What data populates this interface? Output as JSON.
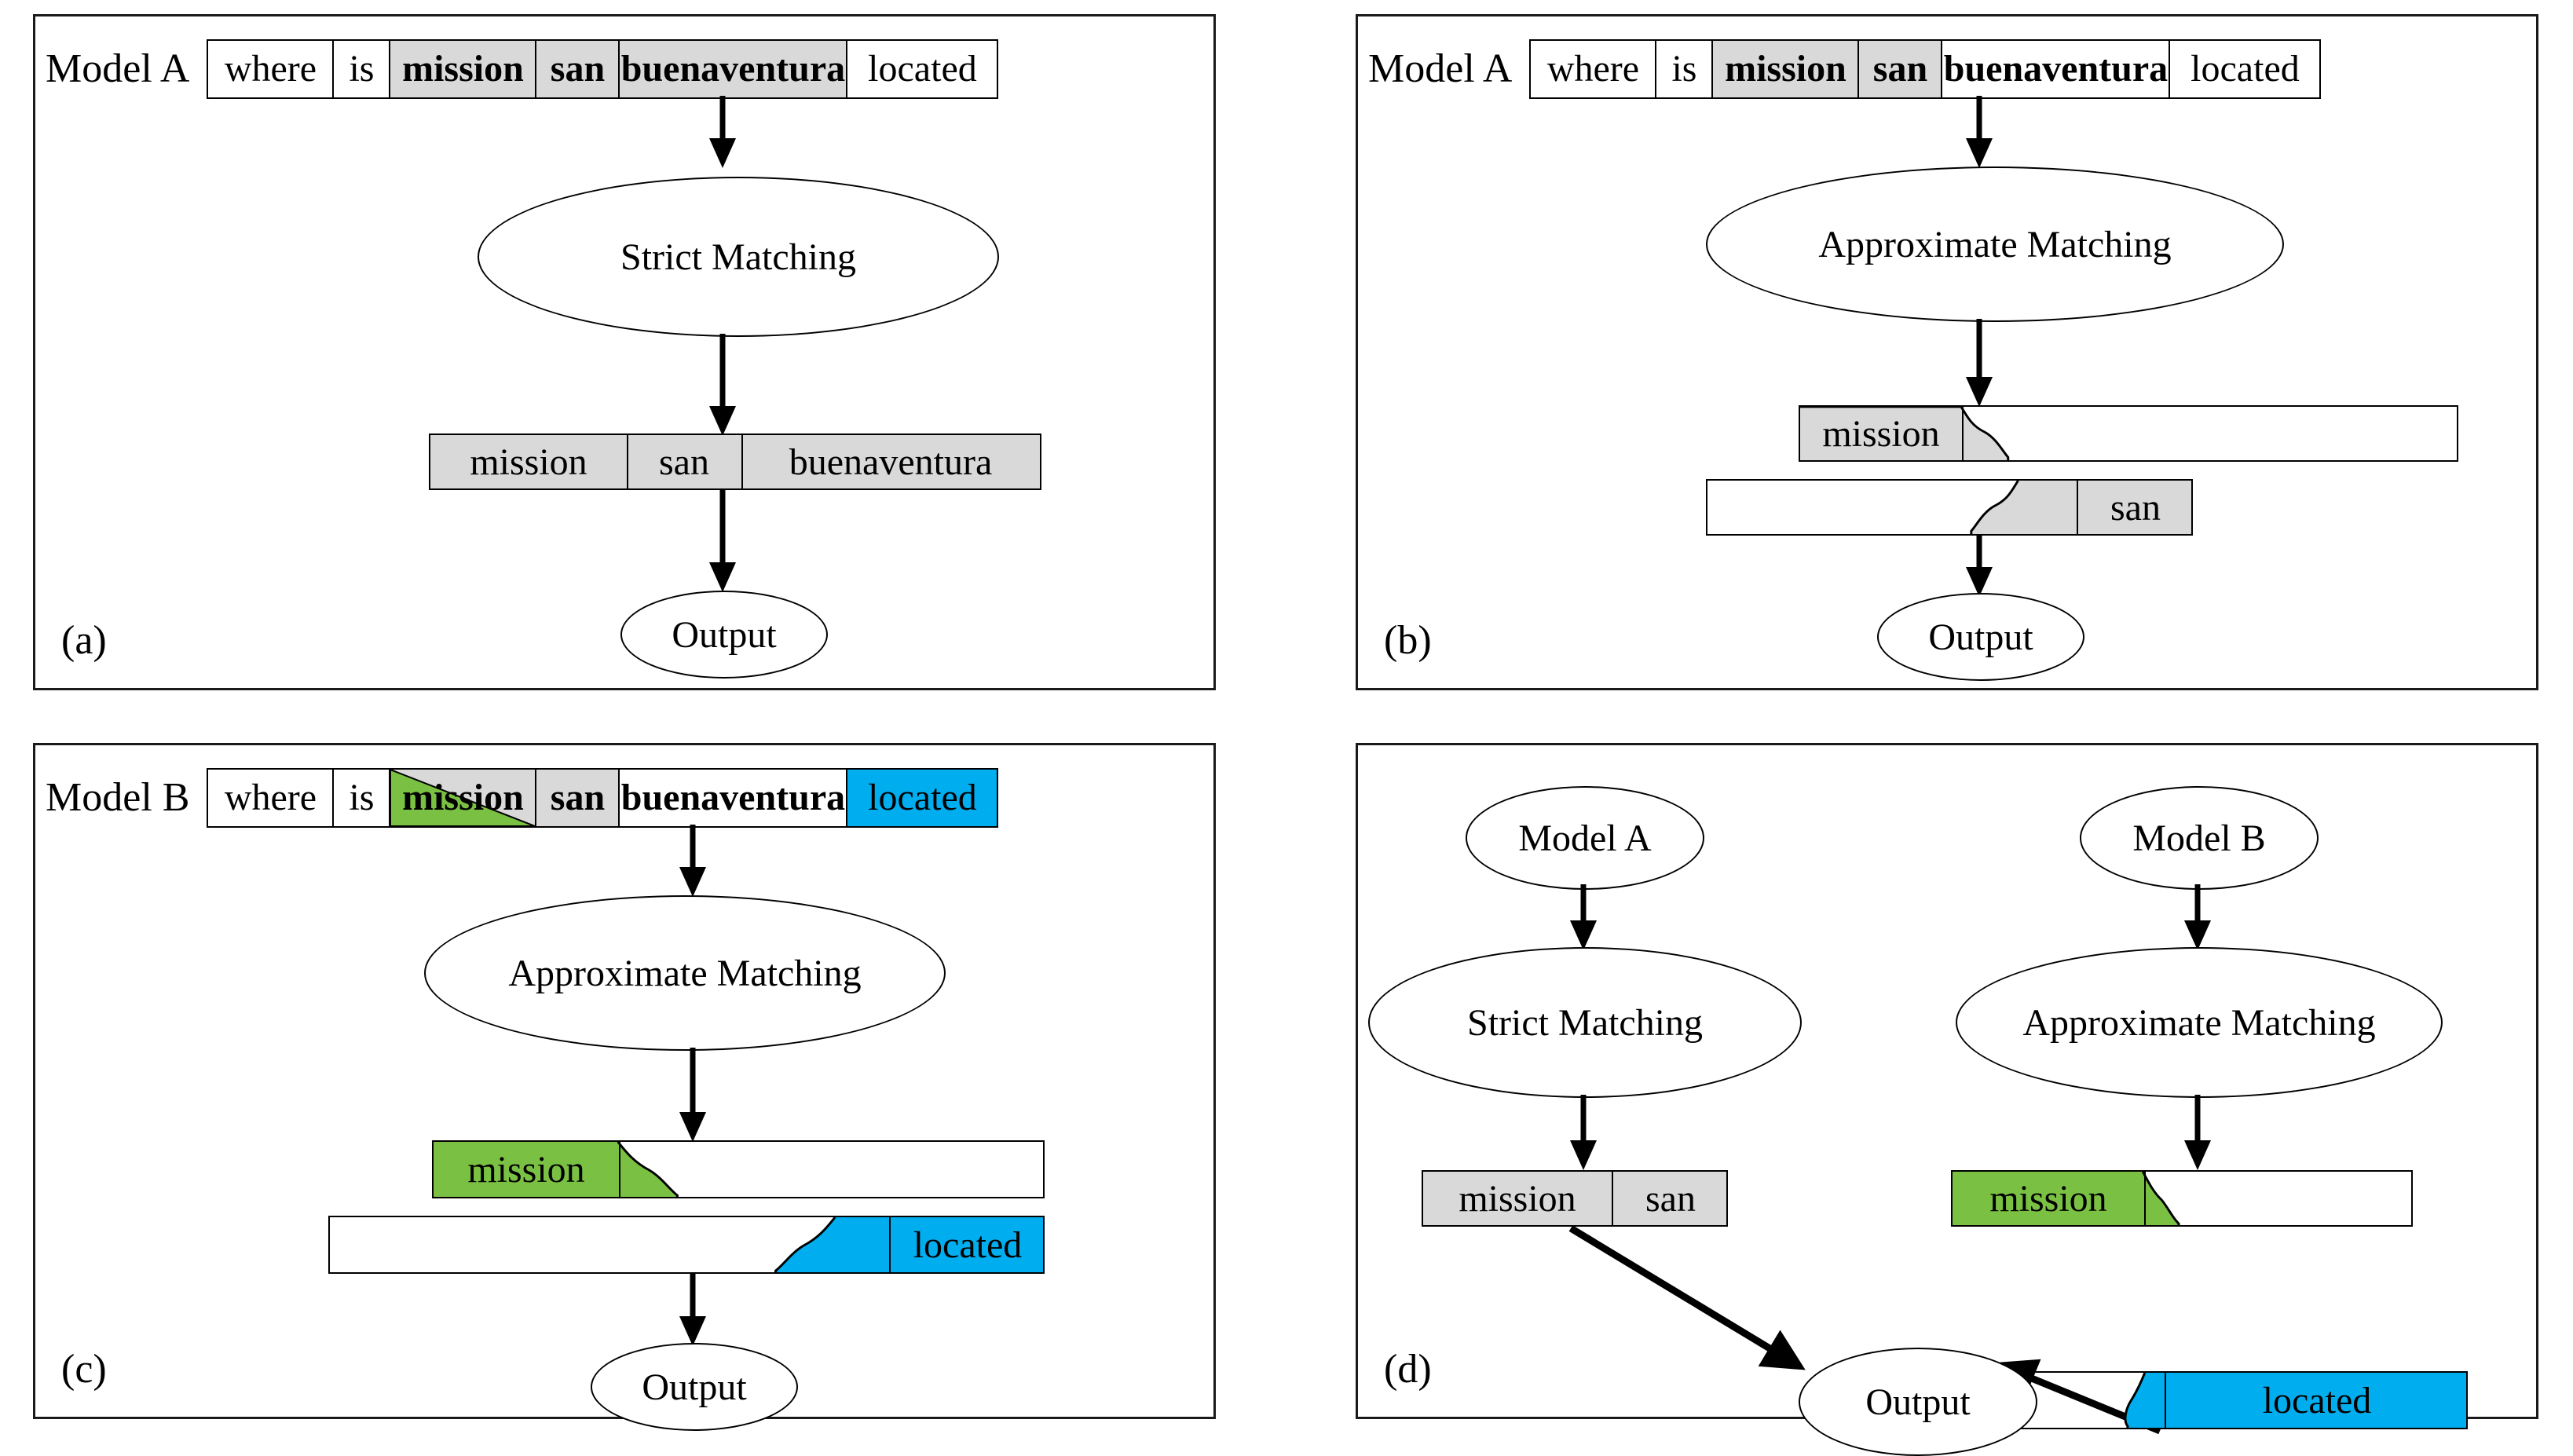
{
  "figure": {
    "panels": [
      {
        "tag": "(a)",
        "model_label": "Model A",
        "tokens": [
          {
            "text": "where",
            "style": "plain"
          },
          {
            "text": "is",
            "style": "plain"
          },
          {
            "text": "mission",
            "style": "gray-bold"
          },
          {
            "text": "san",
            "style": "gray-bold"
          },
          {
            "text": "buenaventura",
            "style": "gray-bold"
          },
          {
            "text": "located",
            "style": "plain"
          }
        ],
        "process_label": "Strict Matching",
        "result_bar": {
          "kind": "solid",
          "fill": "#d9d9d9",
          "segments": [
            "mission",
            "san",
            "buenaventura"
          ]
        },
        "output_label": "Output"
      },
      {
        "tag": "(b)",
        "model_label": "Model A",
        "tokens": [
          {
            "text": "where",
            "style": "plain"
          },
          {
            "text": "is",
            "style": "plain"
          },
          {
            "text": "mission",
            "style": "gray-bold"
          },
          {
            "text": "san",
            "style": "gray-bold"
          },
          {
            "text": "buenaventura",
            "style": "bold"
          },
          {
            "text": "located",
            "style": "plain"
          }
        ],
        "process_label": "Approximate Matching",
        "result_bars": [
          {
            "label": "mission",
            "fill": "#d9d9d9",
            "direction": "left-anchored"
          },
          {
            "label": "san",
            "fill": "#d9d9d9",
            "direction": "right-anchored"
          }
        ],
        "output_label": "Output"
      },
      {
        "tag": "(c)",
        "model_label": "Model B",
        "tokens": [
          {
            "text": "where",
            "style": "plain"
          },
          {
            "text": "is",
            "style": "plain"
          },
          {
            "text": "mission",
            "style": "gray-bold-green-triangle"
          },
          {
            "text": "san",
            "style": "gray-bold"
          },
          {
            "text": "buenaventura",
            "style": "bold"
          },
          {
            "text": "located",
            "style": "blue"
          }
        ],
        "process_label": "Approximate Matching",
        "result_bars": [
          {
            "label": "mission",
            "fill": "#7ac143",
            "direction": "left-anchored"
          },
          {
            "label": "located",
            "fill": "#00aeef",
            "direction": "right-anchored"
          }
        ],
        "output_label": "Output"
      },
      {
        "tag": "(d)",
        "left_model_label": "Model A",
        "right_model_label": "Model B",
        "left_process_label": "Strict Matching",
        "right_process_label": "Approximate Matching",
        "left_bar": {
          "fill": "#d9d9d9",
          "segments": [
            "mission",
            "san"
          ]
        },
        "right_bars": [
          {
            "label": "mission",
            "fill": "#7ac143",
            "direction": "left-anchored"
          },
          {
            "label": "located",
            "fill": "#00aeef",
            "direction": "right-anchored"
          }
        ],
        "output_label": "Output"
      }
    ]
  },
  "colors": {
    "gray_highlight": "#d9d9d9",
    "green_highlight": "#7ac143",
    "blue_highlight": "#00aeef",
    "stroke": "#000000",
    "background": "#ffffff"
  }
}
